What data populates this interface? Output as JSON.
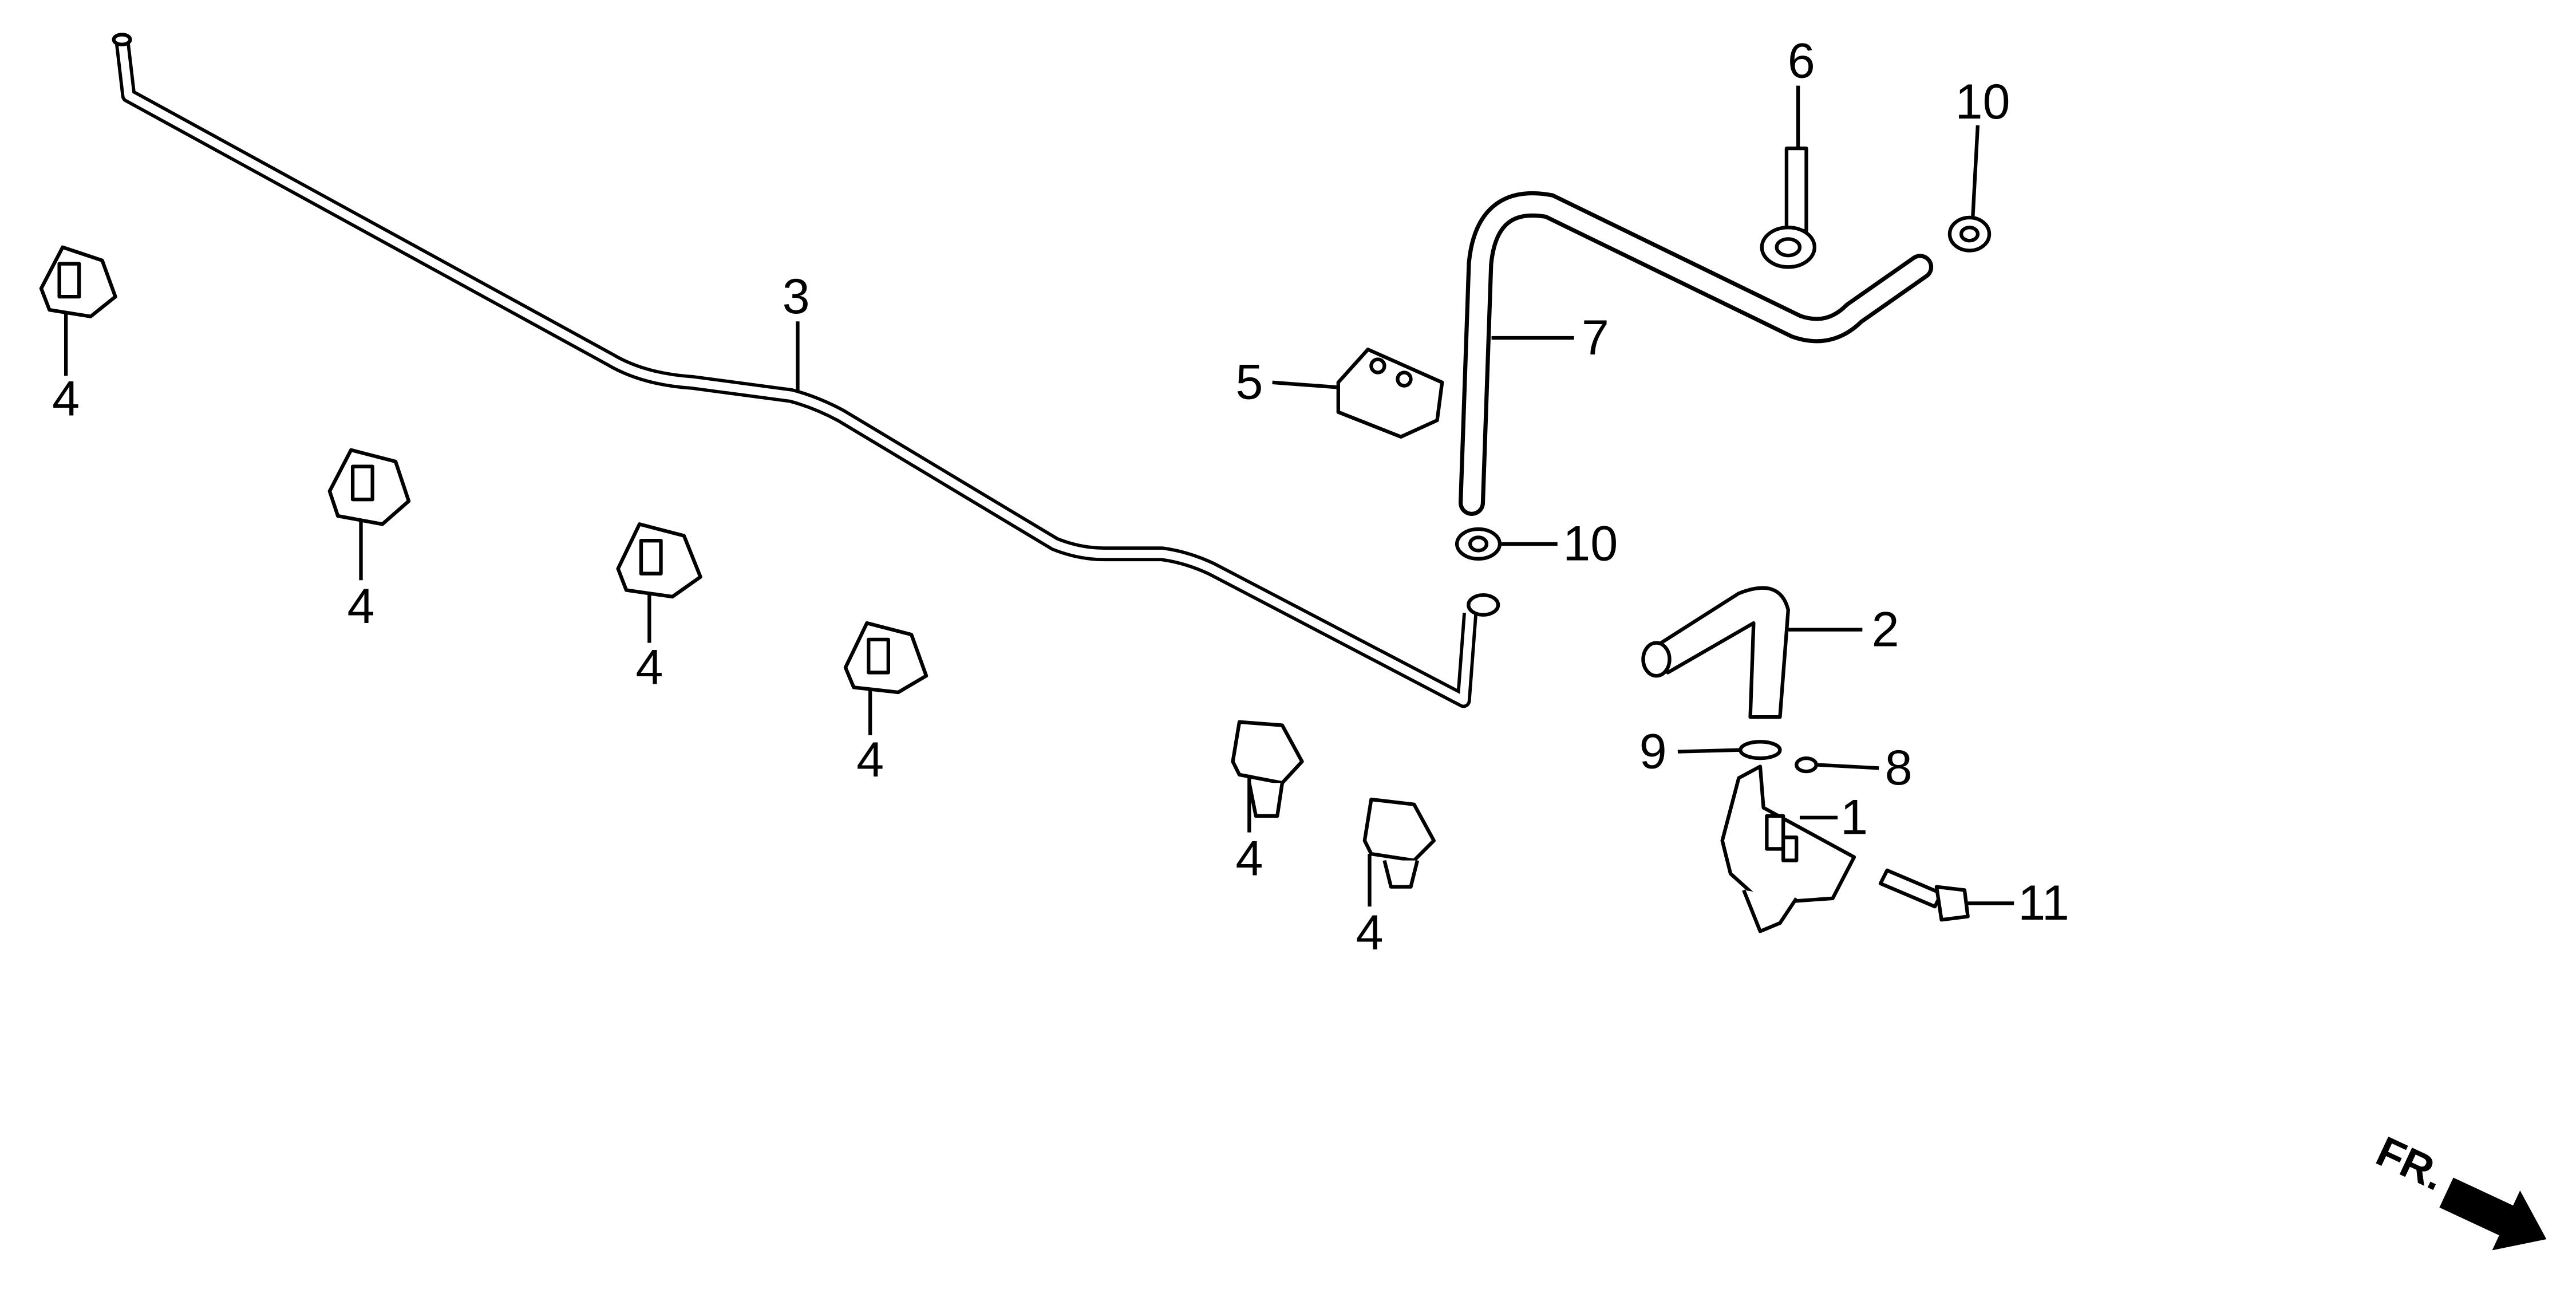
{
  "diagram": {
    "callouts": {
      "part_1": "1",
      "part_2": "2",
      "part_3": "3",
      "part_4": "4",
      "part_5": "5",
      "part_6": "6",
      "part_7": "7",
      "part_8": "8",
      "part_9": "9",
      "part_10": "10",
      "part_11": "11"
    },
    "direction_indicator": "FR."
  }
}
